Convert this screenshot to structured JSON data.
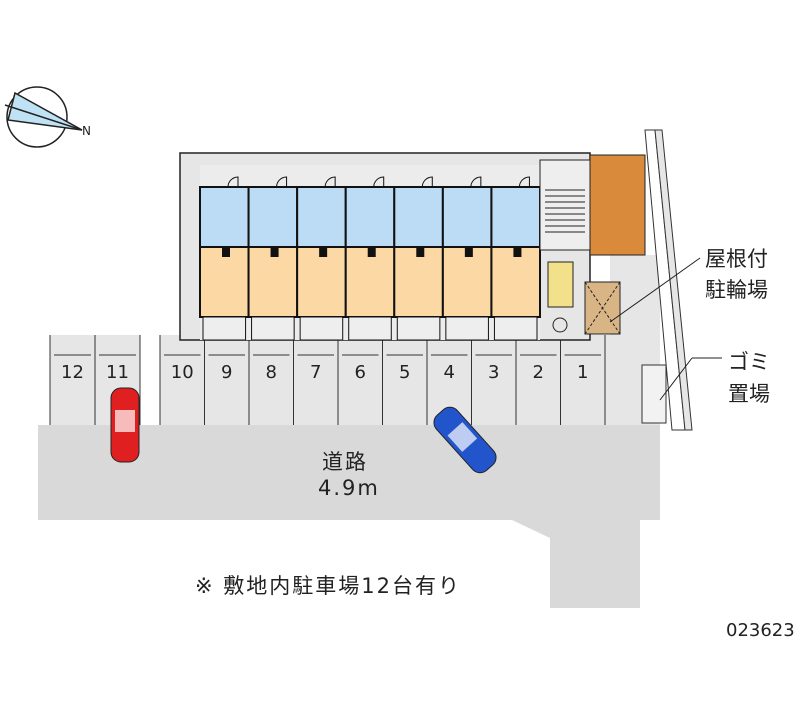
{
  "map": {
    "road_label": "道路",
    "road_width": "4.9m",
    "note": "※ 敷地内駐車場12台有り",
    "covered_bike_parking": [
      "屋根付",
      "駐輪場"
    ],
    "garbage_area": [
      "ゴミ",
      "置場"
    ],
    "map_id": "023623",
    "parking_slots": [
      "12",
      "11",
      "10",
      "9",
      "8",
      "7",
      "6",
      "5",
      "4",
      "3",
      "2",
      "1"
    ],
    "unit_count": 7
  },
  "colors": {
    "road": "#d9d9d9",
    "parking": "#e6e6e6",
    "wet_area": "#bcdcf5",
    "room": "#fcd9a4",
    "brick": "#d98a3a",
    "red_car": "#e02020",
    "blue_car": "#2255cc"
  }
}
